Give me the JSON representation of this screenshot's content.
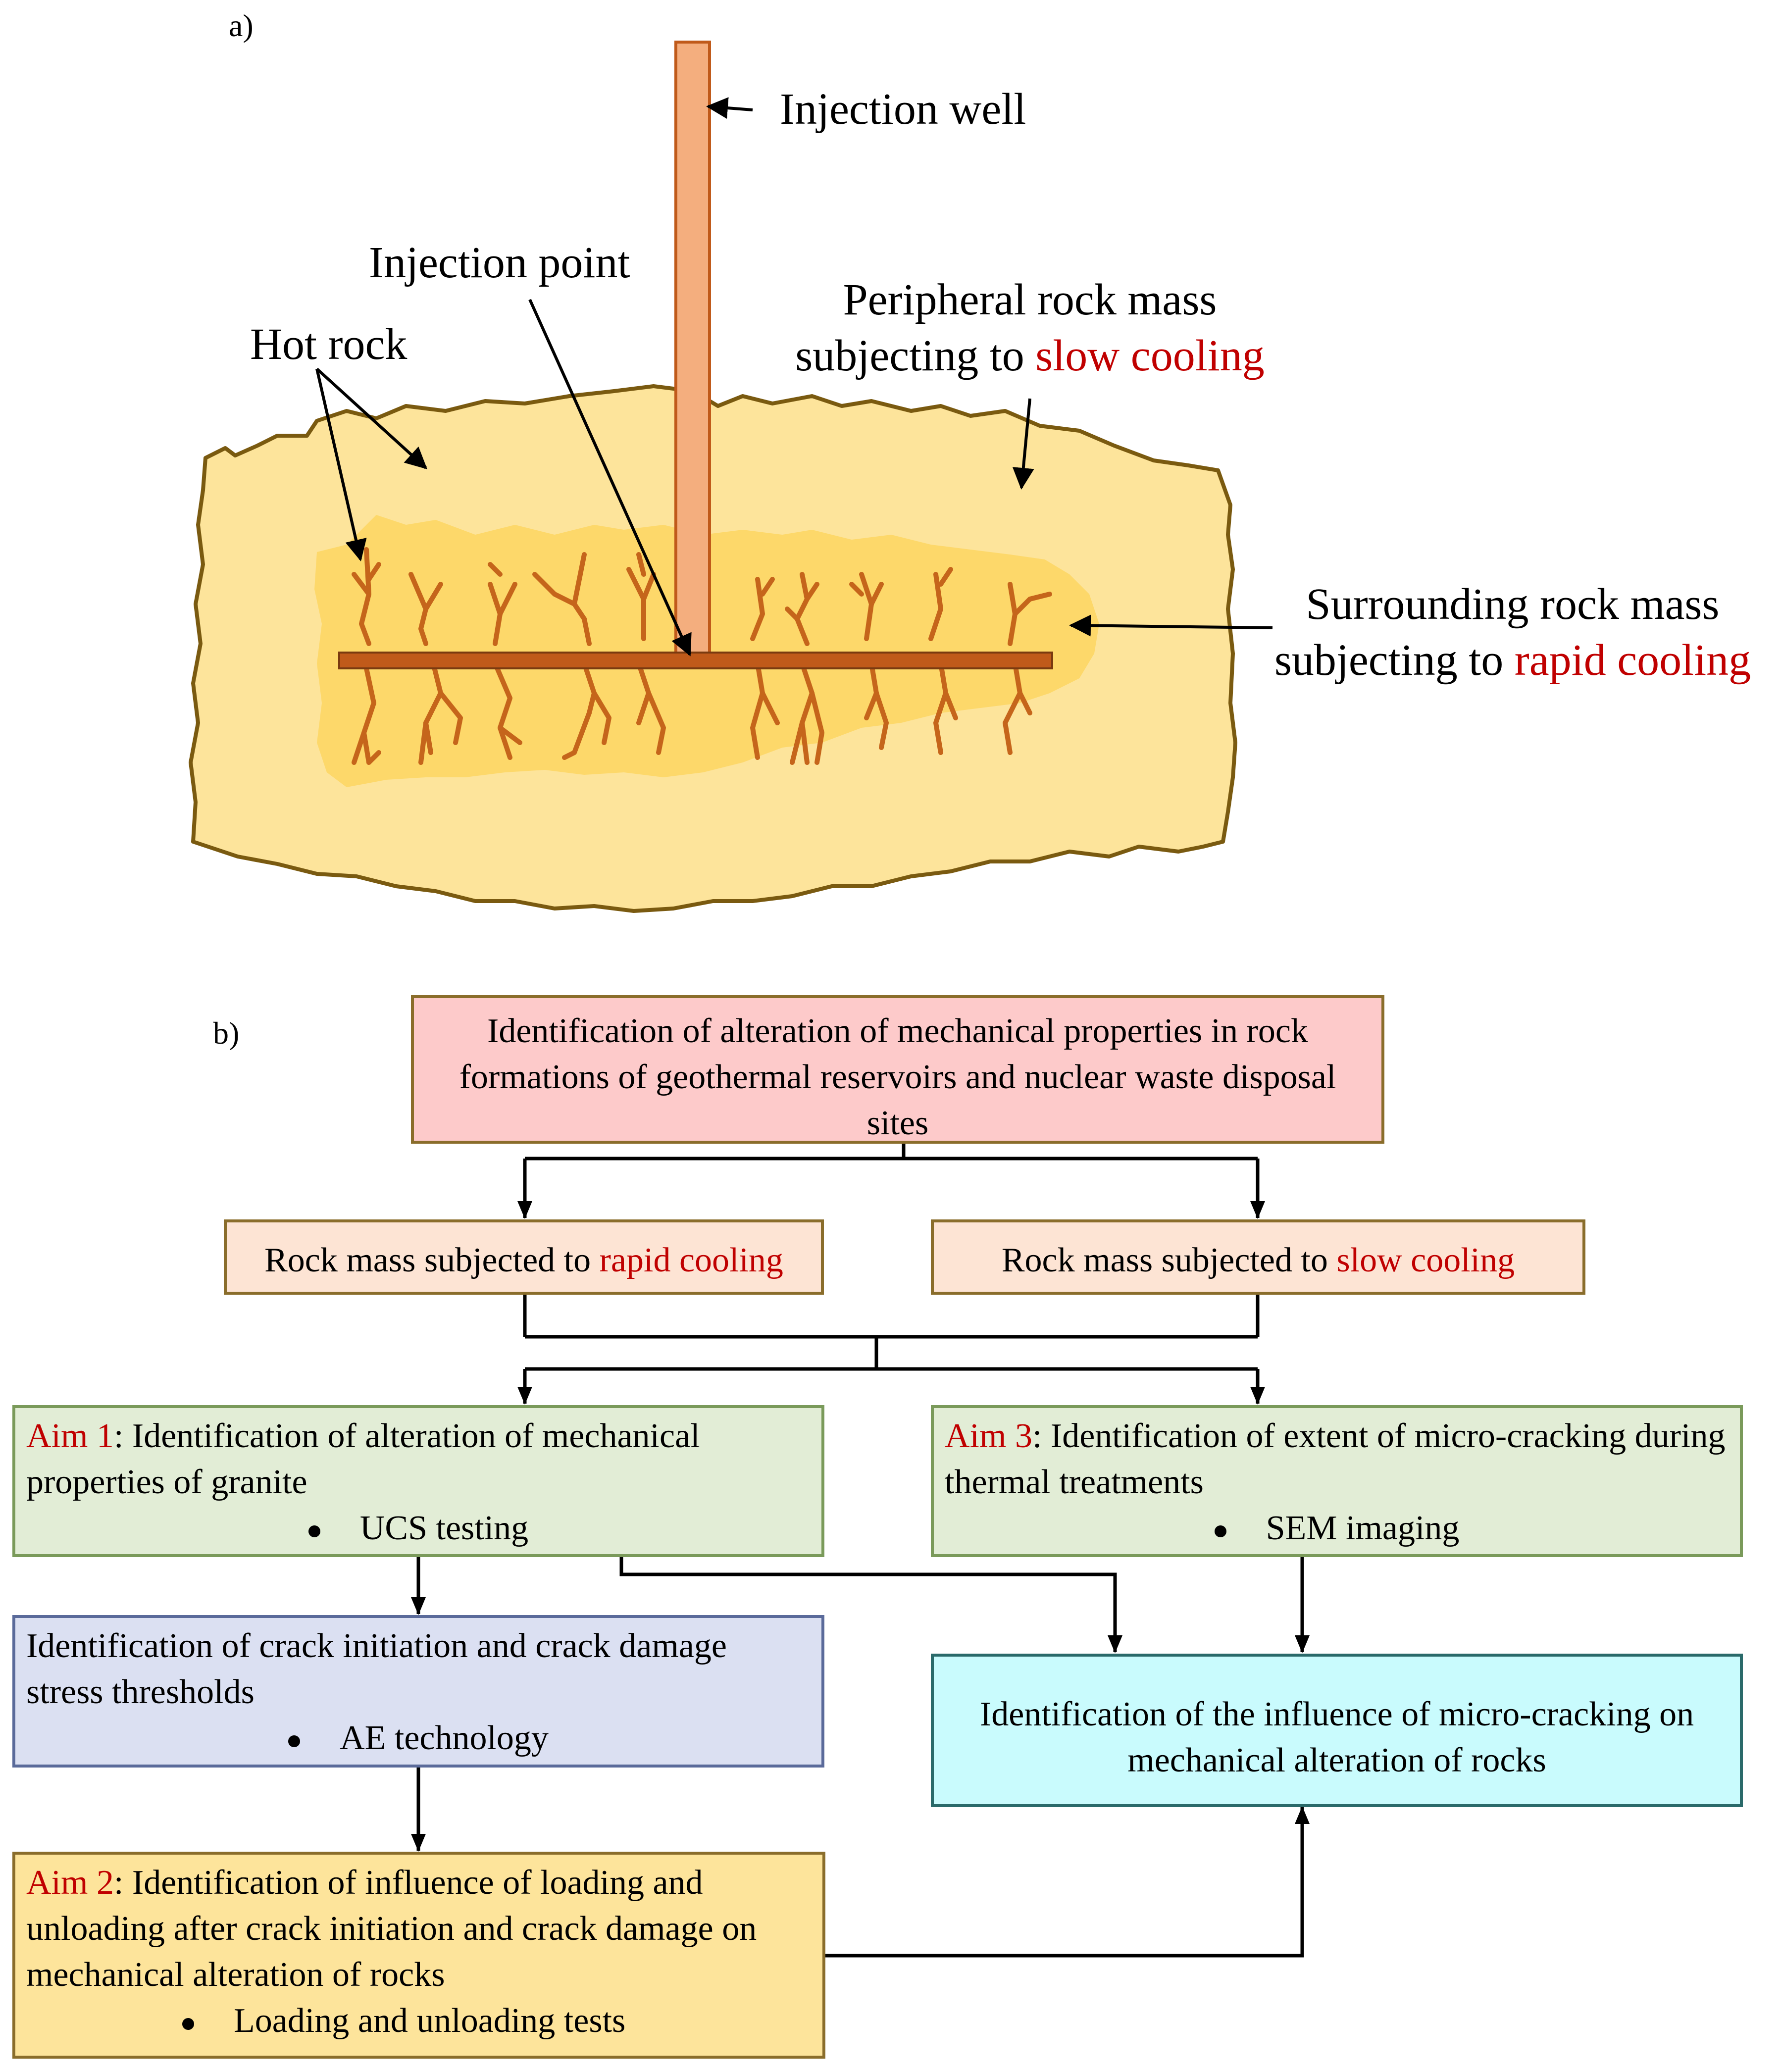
{
  "panel_a": {
    "label": "a)",
    "injection_well": "Injection well",
    "injection_point": "Injection point",
    "hot_rock": "Hot rock",
    "peripheral_line1": "Peripheral rock mass",
    "peripheral_line2_prefix": "subjecting to ",
    "peripheral_line2_highlight": "slow cooling",
    "surrounding_line1": "Surrounding rock mass",
    "surrounding_line2_prefix": "subjecting to ",
    "surrounding_line2_highlight": "rapid cooling",
    "colors": {
      "rock": "#fde49b",
      "inner_zone": "#fdd86a",
      "outline": "#7a5a10",
      "crack": "#c5651b",
      "well": "#f4ae7e",
      "pipe": "#c05a1a",
      "highlight": "#c00000"
    }
  },
  "panel_b": {
    "label": "b)",
    "top_box": "Identification of alteration of mechanical properties in rock formations of geothermal reservoirs and nuclear waste disposal sites",
    "rapid_box_prefix": "Rock mass subjected to ",
    "rapid_box_highlight": "rapid cooling",
    "slow_box_prefix": "Rock mass subjected to ",
    "slow_box_highlight": "slow cooling",
    "aim1_tag": "Aim 1",
    "aim1_text": ": Identification of alteration of mechanical properties of granite",
    "aim1_bullet": "UCS testing",
    "aim3_tag": "Aim 3",
    "aim3_text": ": Identification of extent of micro-cracking during thermal treatments",
    "aim3_bullet": "SEM imaging",
    "crack_box_text": "Identification of crack initiation and crack damage stress thresholds",
    "crack_box_bullet": "AE technology",
    "influence_box": "Identification of the influence of micro-cracking on mechanical alteration of rocks",
    "aim2_tag": "Aim 2",
    "aim2_text": ": Identification of influence of loading and unloading after crack initiation and crack damage on mechanical alteration of rocks",
    "aim2_bullet": "Loading and unloading tests",
    "colors": {
      "top": "#fdcaca",
      "cooling": "#fde4d4",
      "aim_green": "#e2edd6",
      "crack_blue": "#dbe0f2",
      "influence_cyan": "#c9fbfd",
      "aim2_yellow": "#fde49b"
    }
  }
}
